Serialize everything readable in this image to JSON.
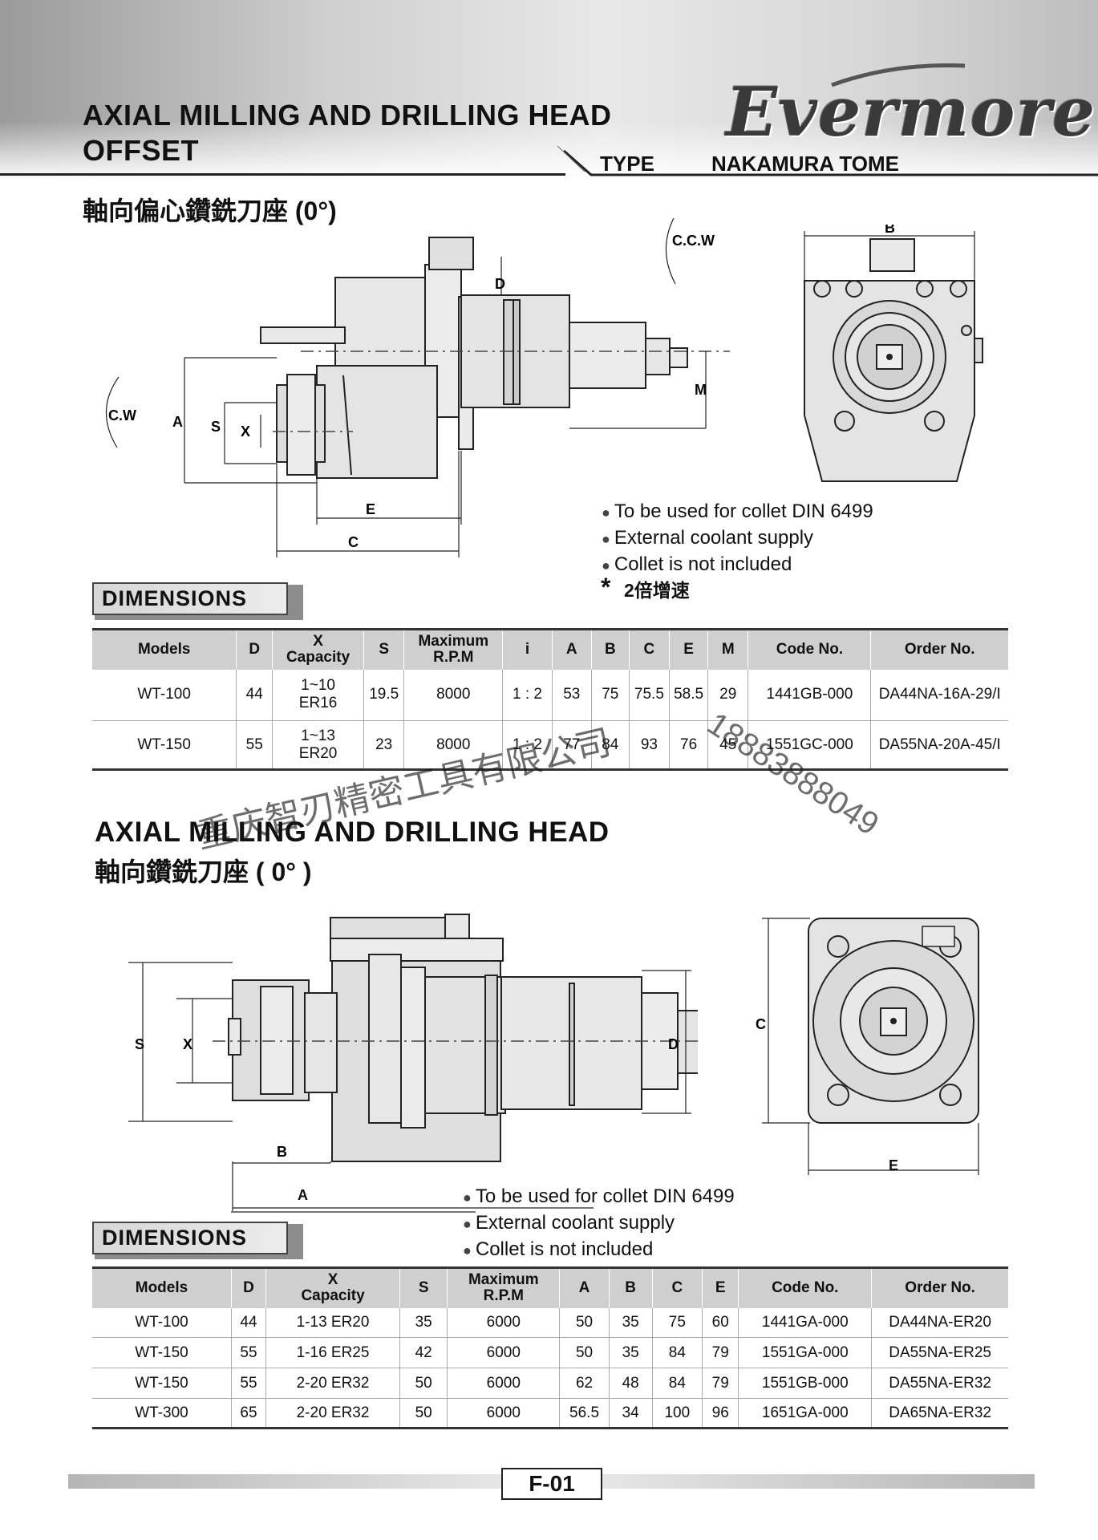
{
  "header": {
    "title_line1": "AXIAL MILLING AND DRILLING HEAD",
    "title_line2": "OFFSET",
    "type_label": "TYPE",
    "machine": "NAKAMURA TOME",
    "brand": "Evermore"
  },
  "section1": {
    "subtitle_cn": "軸向偏心鑽銑刀座 (0°)",
    "drawing_labels": {
      "ccw": "C.C.W",
      "cw": "C.W",
      "d": "D",
      "m": "M",
      "a": "A",
      "s": "S",
      "x": "X",
      "e": "E",
      "c": "C",
      "b": "B"
    },
    "notes": [
      "To be used for collet DIN 6499",
      "External coolant supply",
      "Collet is not included"
    ],
    "star_mark": "*",
    "star_note": "2倍增速",
    "dimensions_tag": "DIMENSIONS",
    "table": {
      "headers": [
        "Models",
        "D",
        "X\nCapacity",
        "S",
        "Maximum\nR.P.M",
        "i",
        "A",
        "B",
        "C",
        "E",
        "M",
        "Code No.",
        "Order No."
      ],
      "rows": [
        [
          "WT-100",
          "44",
          "1~10\nER16",
          "19.5",
          "8000",
          "1 : 2",
          "53",
          "75",
          "75.5",
          "58.5",
          "29",
          "1441GB-000",
          "DA44NA-16A-29/I"
        ],
        [
          "WT-150",
          "55",
          "1~13\nER20",
          "23",
          "8000",
          "1 : 2",
          "77",
          "84",
          "93",
          "76",
          "45",
          "1551GC-000",
          "DA55NA-20A-45/I"
        ]
      ]
    }
  },
  "section2": {
    "title": "AXIAL MILLING AND DRILLING HEAD",
    "subtitle_cn": "軸向鑽銑刀座 ( 0° )",
    "drawing_labels": {
      "s": "S",
      "x": "X",
      "d": "D",
      "b": "B",
      "a": "A",
      "c": "C",
      "e": "E"
    },
    "notes": [
      "To be used for collet DIN 6499",
      "External coolant supply",
      "Collet is not included"
    ],
    "dimensions_tag": "DIMENSIONS",
    "table": {
      "headers": [
        "Models",
        "D",
        "X\nCapacity",
        "S",
        "Maximum\nR.P.M",
        "A",
        "B",
        "C",
        "E",
        "Code No.",
        "Order No."
      ],
      "rows": [
        [
          "WT-100",
          "44",
          "1-13 ER20",
          "35",
          "6000",
          "50",
          "35",
          "75",
          "60",
          "1441GA-000",
          "DA44NA-ER20"
        ],
        [
          "WT-150",
          "55",
          "1-16 ER25",
          "42",
          "6000",
          "50",
          "35",
          "84",
          "79",
          "1551GA-000",
          "DA55NA-ER25"
        ],
        [
          "WT-150",
          "55",
          "2-20 ER32",
          "50",
          "6000",
          "62",
          "48",
          "84",
          "79",
          "1551GB-000",
          "DA55NA-ER32"
        ],
        [
          "WT-300",
          "65",
          "2-20 ER32",
          "50",
          "6000",
          "56.5",
          "34",
          "100",
          "96",
          "1651GA-000",
          "DA65NA-ER32"
        ]
      ]
    }
  },
  "watermark": {
    "company": "重庆智刃精密工具有限公司",
    "phone": "18883888049"
  },
  "footer": {
    "page": "F-01"
  }
}
